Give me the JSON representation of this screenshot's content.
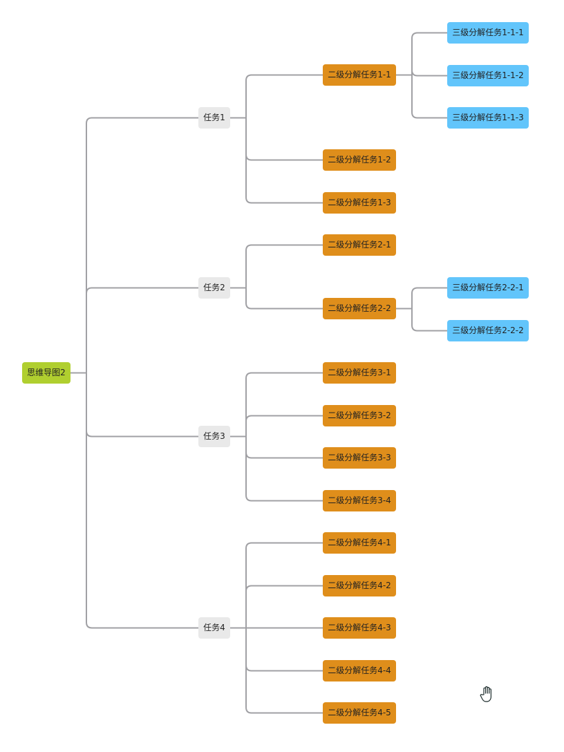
{
  "root": {
    "id": "root",
    "label": "思维导图2"
  },
  "colors": {
    "root": "#b0cf2f",
    "level1": "#e9e9e9",
    "level2": "#df8e1b",
    "level3": "#62c5fb",
    "link": "#a0a0a4"
  },
  "tasks": [
    {
      "id": "t1",
      "label": "任务1",
      "children": [
        {
          "id": "t1-1",
          "label": "二级分解任务1-1",
          "children": [
            {
              "id": "t1-1-1",
              "label": "三级分解任务1-1-1"
            },
            {
              "id": "t1-1-2",
              "label": "三级分解任务1-1-2"
            },
            {
              "id": "t1-1-3",
              "label": "三级分解任务1-1-3"
            }
          ]
        },
        {
          "id": "t1-2",
          "label": "二级分解任务1-2"
        },
        {
          "id": "t1-3",
          "label": "二级分解任务1-3"
        }
      ]
    },
    {
      "id": "t2",
      "label": "任务2",
      "children": [
        {
          "id": "t2-1",
          "label": "二级分解任务2-1"
        },
        {
          "id": "t2-2",
          "label": "二级分解任务2-2",
          "children": [
            {
              "id": "t2-2-1",
              "label": "三级分解任务2-2-1"
            },
            {
              "id": "t2-2-2",
              "label": "三级分解任务2-2-2"
            }
          ]
        }
      ]
    },
    {
      "id": "t3",
      "label": "任务3",
      "children": [
        {
          "id": "t3-1",
          "label": "二级分解任务3-1"
        },
        {
          "id": "t3-2",
          "label": "二级分解任务3-2"
        },
        {
          "id": "t3-3",
          "label": "二级分解任务3-3"
        },
        {
          "id": "t3-4",
          "label": "二级分解任务3-4"
        }
      ]
    },
    {
      "id": "t4",
      "label": "任务4",
      "children": [
        {
          "id": "t4-1",
          "label": "二级分解任务4-1"
        },
        {
          "id": "t4-2",
          "label": "二级分解任务4-2"
        },
        {
          "id": "t4-3",
          "label": "二级分解任务4-3"
        },
        {
          "id": "t4-4",
          "label": "二级分解任务4-4"
        },
        {
          "id": "t4-5",
          "label": "二级分解任务4-5"
        }
      ]
    }
  ],
  "cursor": {
    "icon": "hand-grab-cursor-icon"
  }
}
